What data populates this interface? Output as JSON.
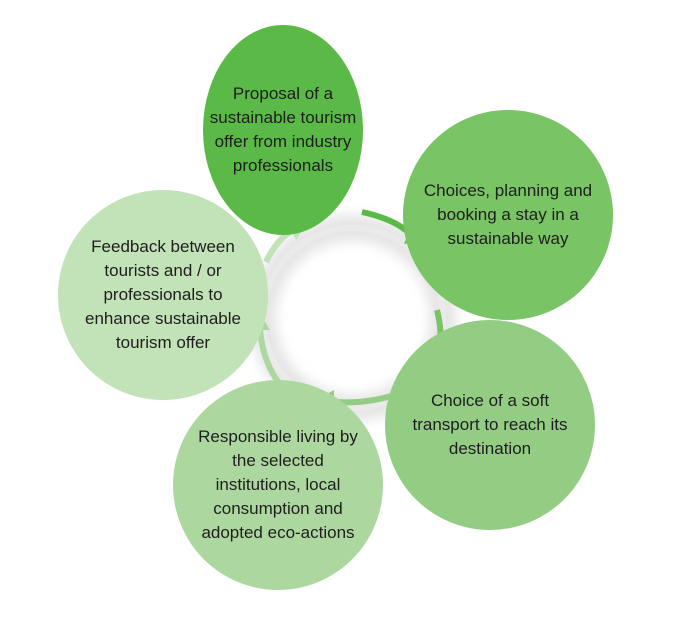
{
  "colors": {
    "node_1": "#5bba47",
    "node_2": "#79c465",
    "node_3": "#93cd83",
    "node_4": "#acd89f",
    "node_5": "#c2e2b7",
    "ring": "#e3e3e3",
    "text": "#1e1e1e"
  },
  "nodes": [
    {
      "label": "Proposal of a sustainable tourism offer from industry professionals"
    },
    {
      "label": "Choices, planning and booking a stay in a sustainable way"
    },
    {
      "label": "Choice of a soft transport to reach its destination"
    },
    {
      "label": "Responsible living by the selected institutions, local consumption and adopted eco-actions"
    },
    {
      "label": "Feedback between tourists and / or professionals to enhance sustainable tourism offer"
    }
  ]
}
